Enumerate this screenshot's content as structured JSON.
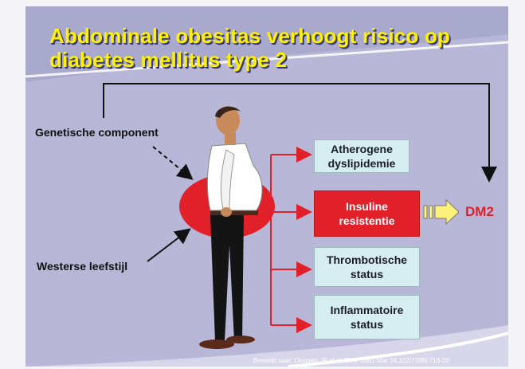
{
  "title": {
    "line1": "Abdominale obesitas verhoogt risico op",
    "line2": "diabetes mellitus type 2"
  },
  "labels": {
    "genetic": "Genetische component",
    "lifestyle": "Westerse leefstijl"
  },
  "boxes": [
    {
      "line1": "Atherogene",
      "line2": "dyslipidemie",
      "highlight": false
    },
    {
      "line1": "Insuline",
      "line2": "resistentie",
      "highlight": true
    },
    {
      "line1": "Thrombotische",
      "line2": "status",
      "highlight": false
    },
    {
      "line1": "Inflammatoire",
      "line2": "status",
      "highlight": false
    }
  ],
  "outcome": "DM2",
  "citation": "Bewerkt naar: Despres JP et al. BMJ. 2001 Mar 24;322(7288):716-20.",
  "colors": {
    "background": "#b8b7d7",
    "title": "#fff200",
    "accent_red": "#e2202a",
    "box_fill": "#d6eef2",
    "arrow_yellow": "#fff27a"
  },
  "icons": [
    "person-figure",
    "block-arrow-right"
  ]
}
